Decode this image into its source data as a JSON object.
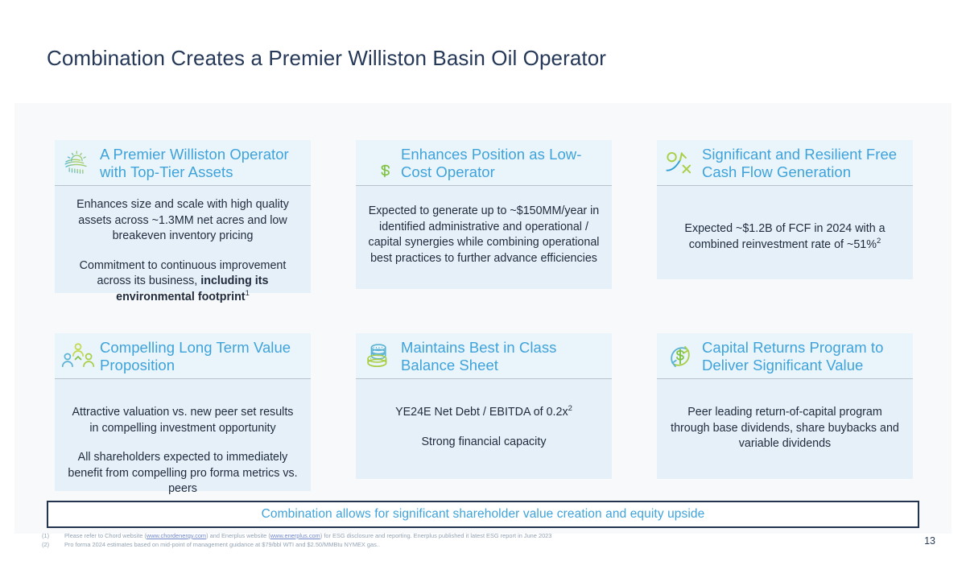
{
  "slide": {
    "title": "Combination Creates a Premier Williston Basin Oil Operator",
    "page_number": "13",
    "accent_blue": "#3ea3da",
    "title_navy": "#253858",
    "card_header_bg": "#eaf4fb",
    "card_body_bg": "#e6f0f9",
    "panel_bg": "#f7f9fb"
  },
  "cards": [
    {
      "icon": "sunrise-field-icon",
      "title": "A Premier Williston Operator with Top-Tier Assets",
      "paragraphs": [
        "Enhances size and scale with high quality assets across ~1.3MM net acres and low breakeven inventory pricing",
        "Commitment to continuous improvement across its business, including its environmental footprint"
      ],
      "bold_tail": "including its environmental footprint",
      "footnote_ref": "1"
    },
    {
      "icon": "descending-bars-dollar-icon",
      "title": "Enhances Position as Low-Cost Operator",
      "paragraphs": [
        "Expected to generate up to ~$150MM/year in identified administrative and operational / capital synergies while combining operational best practices to further advance efficiencies"
      ]
    },
    {
      "icon": "cash-flow-arrow-icon",
      "title": "Significant and Resilient Free Cash Flow Generation",
      "paragraphs": [
        "Expected ~$1.2B of FCF in 2024 with a combined reinvestment rate of ~51%"
      ],
      "footnote_ref": "2"
    },
    {
      "icon": "people-group-icon",
      "title": "Compelling Long Term Value Proposition",
      "paragraphs": [
        "Attractive valuation vs. new peer set results in compelling investment opportunity",
        "All shareholders expected to immediately benefit from compelling pro forma metrics vs. peers"
      ]
    },
    {
      "icon": "coin-stack-icon",
      "title": "Maintains Best in Class Balance Sheet",
      "paragraphs": [
        "YE24E Net Debt / EBITDA of 0.2x",
        "Strong financial capacity"
      ],
      "footnote_ref": "2"
    },
    {
      "icon": "dollar-recycle-icon",
      "title": "Capital Returns Program to Deliver Significant Value",
      "paragraphs": [
        "Peer leading return-of-capital program through base dividends, share buybacks and variable dividends"
      ]
    }
  ],
  "banner": {
    "text": "Combination allows for significant shareholder value creation and equity upside"
  },
  "footnotes": [
    {
      "num": "(1)",
      "pre": "Please refer to Chord website (",
      "link1": "www.chordenergy.com",
      "mid": ") and Enerplus website (",
      "link2": "www.enerplus.com",
      "post": ") for ESG disclosure and reporting.   Enerplus published it latest ESG report in June 2023"
    },
    {
      "num": "(2)",
      "pre": "Pro forma 2024 estimates based on mid-point of management guidance at $79/bbl WTI and $2.50/MMBtu NYMEX gas..",
      "link1": "",
      "mid": "",
      "link2": "",
      "post": ""
    }
  ]
}
